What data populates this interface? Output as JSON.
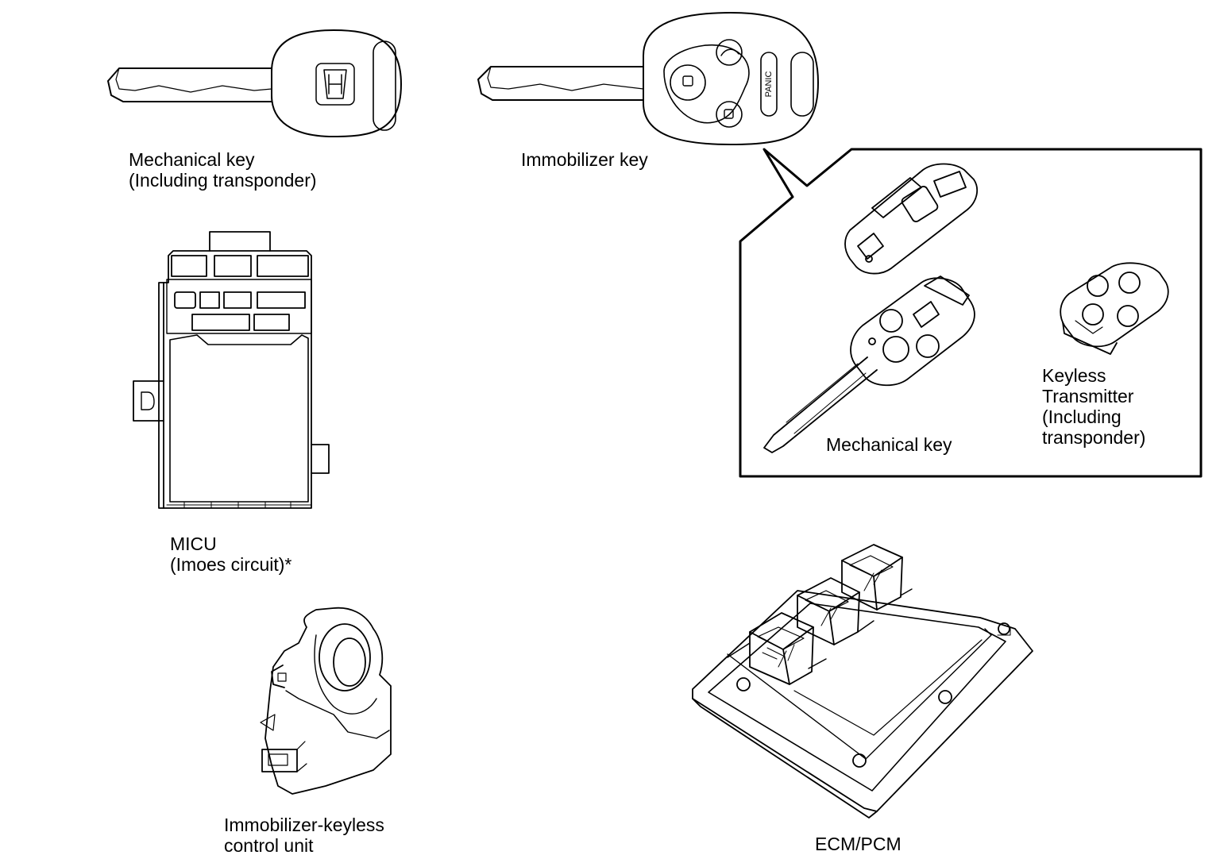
{
  "labels": {
    "mech_key_line1": "Mechanical key",
    "mech_key_line2": "(Including transponder)",
    "immo_key": "Immobilizer key",
    "key_button_panic": "PANIC",
    "callout_mech_key": "Mechanical key",
    "callout_keyless_line1": "Keyless",
    "callout_keyless_line2": "Transmitter",
    "callout_keyless_line3": "(Including",
    "callout_keyless_line4": "transponder)",
    "micu_line1": "MICU",
    "micu_line2": "(Imoes circuit)*",
    "ikcu_line1": "Immobilizer-keyless",
    "ikcu_line2": "control unit",
    "ecm": "ECM/PCM"
  },
  "colors": {
    "line": "#000000",
    "background": "#ffffff"
  }
}
